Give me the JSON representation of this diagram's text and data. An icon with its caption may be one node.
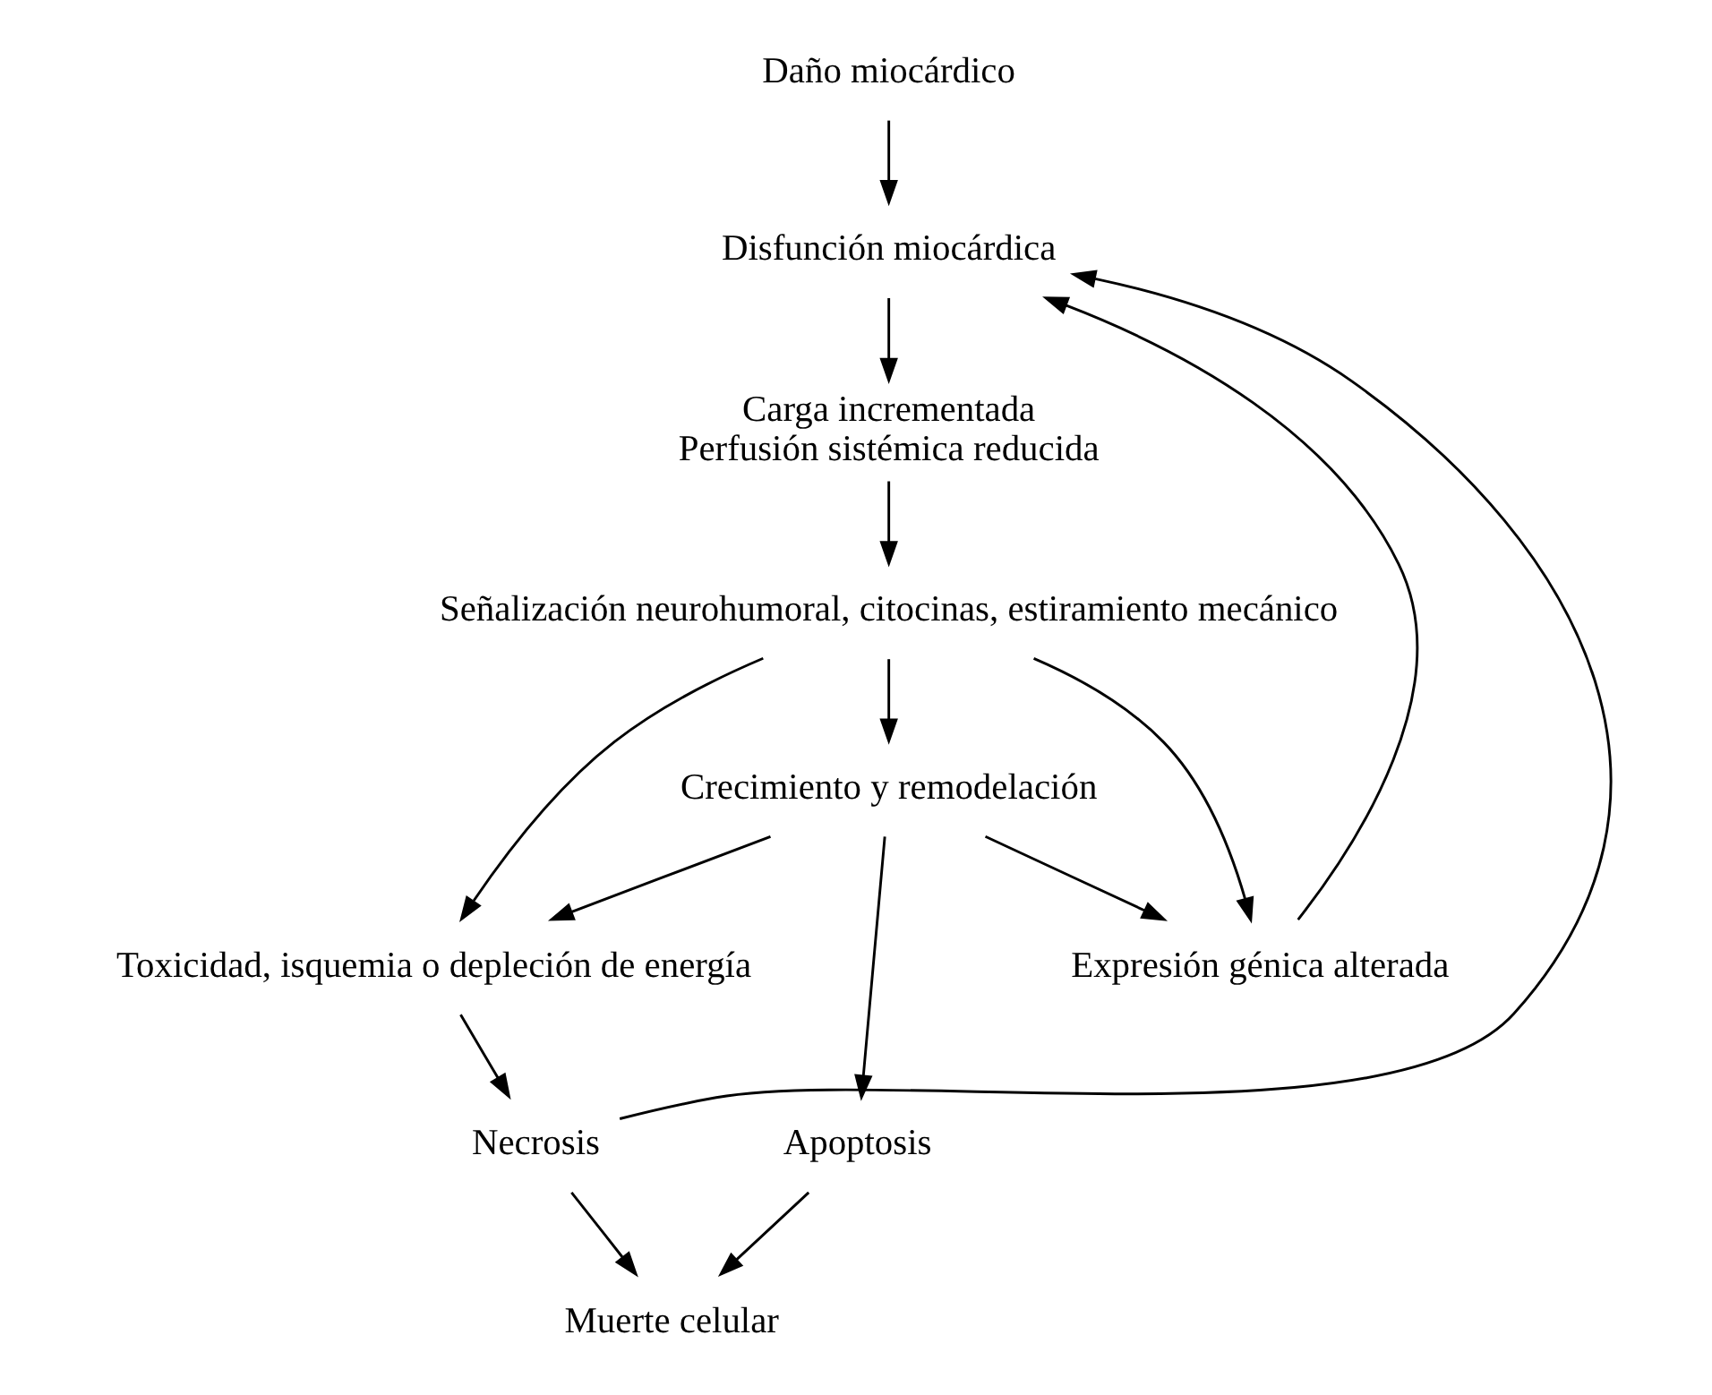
{
  "diagram": {
    "nodes": [
      {
        "text": [
          "Daño miocárdico"
        ]
      },
      {
        "text": [
          "Disfunción miocárdica"
        ]
      },
      {
        "text": [
          "Carga incrementada",
          "Perfusión sistémica reducida"
        ]
      },
      {
        "text": [
          "Señalización neurohumoral, citocinas, estiramiento mecánico"
        ]
      },
      {
        "text": [
          "Crecimiento y remodelación"
        ]
      },
      {
        "text": [
          "Expresión génica alterada"
        ]
      },
      {
        "text": [
          "Toxicidad, isquemia o depleción de energía"
        ]
      },
      {
        "text": [
          "Apoptosis"
        ]
      },
      {
        "text": [
          "Necrosis"
        ]
      },
      {
        "text": [
          "Muerte celular"
        ]
      }
    ],
    "edges": [
      {
        "from": 0,
        "to": 1,
        "arrow": "to"
      },
      {
        "from": 1,
        "to": 2,
        "arrow": "to"
      },
      {
        "from": 2,
        "to": 3,
        "arrow": "to"
      },
      {
        "from": 3,
        "to": 4,
        "arrow": "to"
      },
      {
        "from": 3,
        "to": 5,
        "arrow": "to"
      },
      {
        "from": 5,
        "to": 1,
        "arrow": "to"
      },
      {
        "from": 3,
        "to": 6,
        "arrow": "to"
      },
      {
        "from": 4,
        "to": 5,
        "arrow": "to"
      },
      {
        "from": 4,
        "to": 6,
        "arrow": "to"
      },
      {
        "from": 4,
        "to": 7,
        "arrow": "to"
      },
      {
        "from": 6,
        "to": 8,
        "arrow": "to"
      },
      {
        "from": 8,
        "to": 1,
        "arrow": "to"
      },
      {
        "from": 7,
        "to": 9,
        "arrow": "to"
      },
      {
        "from": 8,
        "to": 9,
        "arrow": "to"
      }
    ]
  }
}
